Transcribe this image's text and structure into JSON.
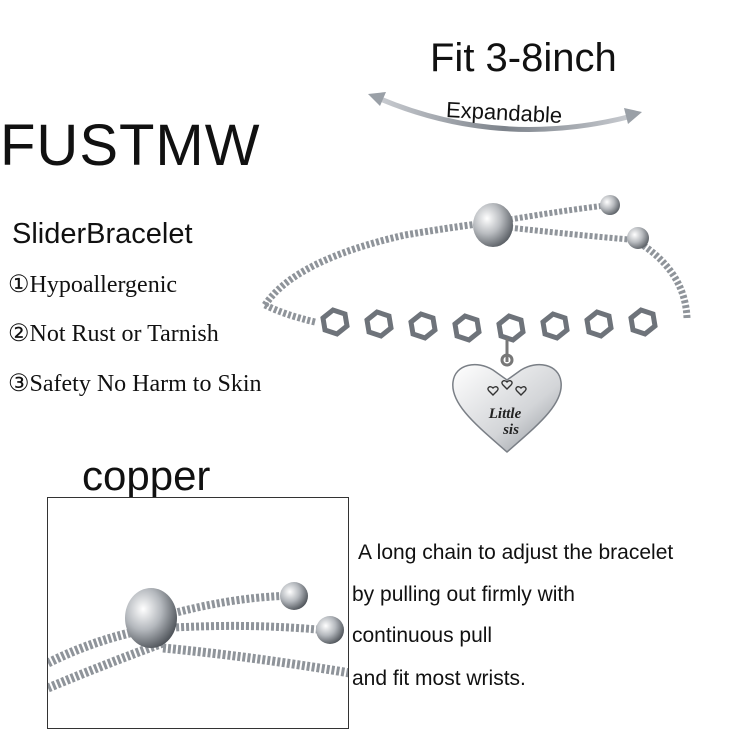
{
  "brand": "FUSTMW",
  "fit_label": "Fit 3-8inch",
  "expand_label": "Expandable",
  "slider_title": "SliderBracelet",
  "features": [
    "①Hypoallergenic",
    "②Not Rust or Tarnish",
    "③Safety No Harm to Skin"
  ],
  "material_label": "copper",
  "charm_text": [
    "Little",
    "sis"
  ],
  "description_lines": [
    "A long chain to adjust the bracelet",
    "by pulling out firmly with",
    "continuous pull",
    "and fit most wrists."
  ],
  "colors": {
    "text": "#111111",
    "silver": "#b9bcc0",
    "arrow": "#8a8f96"
  }
}
